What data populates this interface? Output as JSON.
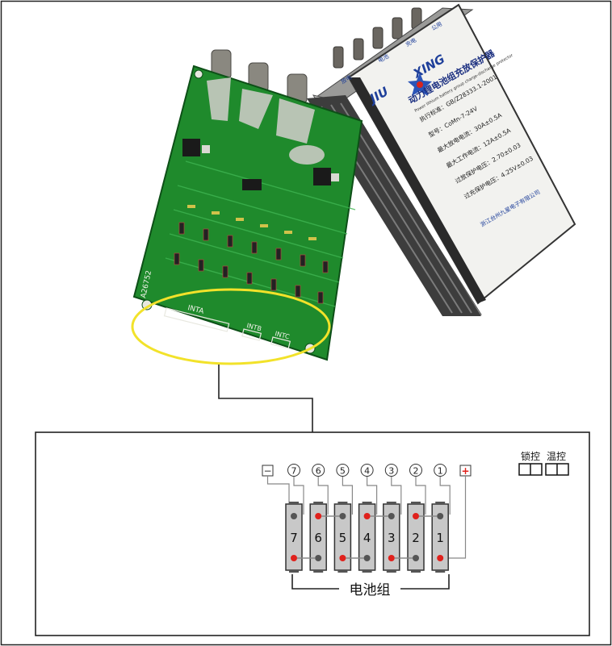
{
  "pcb": {
    "labels": {
      "inta": "INTA",
      "intb": "INTB",
      "intc": "INTC",
      "part_no": "A26752"
    }
  },
  "protector": {
    "brand_left": "JIU",
    "brand_right": "XING",
    "title": "动力锂电池组充放保护器",
    "subtitle": "Power lithium battery group charge-discharge protector",
    "standard": "执行标准：GB/Z28333.1-2001",
    "specs": [
      "型号：CoMn-7-24V",
      "最大放电电流：30A±0.5A",
      "最大工作电流：12A±0.5A",
      "过放保护电压：2.70±0.03",
      "过充保护电压：4.25V±0.03"
    ],
    "maker": "浙江台州九星电子有限公司",
    "terminals": [
      "放电",
      "电池",
      "充电",
      "公用"
    ]
  },
  "battery_pack": {
    "label": "电池组",
    "terminal_neg": "−",
    "terminal_pos": "+",
    "taps": [
      "7",
      "6",
      "5",
      "4",
      "3",
      "2",
      "1"
    ],
    "cells": [
      "7",
      "6",
      "5",
      "4",
      "3",
      "2",
      "1"
    ],
    "lock_label": "锁控",
    "temp_label": "温控"
  },
  "colors": {
    "pcb_green": "#1f8a2c",
    "highlight_ellipse": "#f2e22a",
    "cell_fill": "#c8c8c8",
    "positive_red": "#e0211c",
    "wire": "#222222"
  }
}
